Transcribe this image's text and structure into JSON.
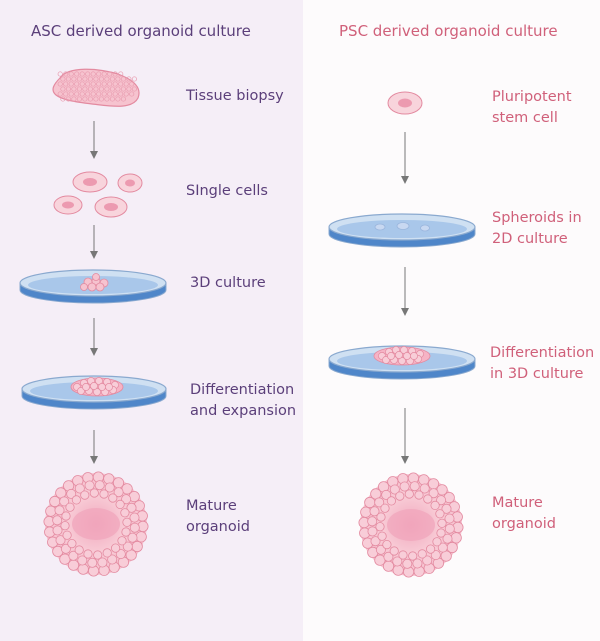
{
  "left": {
    "title": "ASC derived organoid culture",
    "steps": [
      "Tissue biopsy",
      "SIngle cells",
      "3D culture",
      "Differentiation and expansion",
      "Mature organoid"
    ],
    "steps_lines": [
      [
        "Tissue biopsy"
      ],
      [
        "SIngle cells"
      ],
      [
        "3D culture"
      ],
      [
        "Differentiation",
        "and expansion"
      ],
      [
        "Mature",
        "organoid"
      ]
    ]
  },
  "right": {
    "title": "PSC derived organoid culture",
    "steps": [
      "Pluripotent stem cell",
      "Spheroids in 2D culture",
      "Differentiation in 3D culture",
      "Mature organoid"
    ],
    "steps_lines": [
      [
        "Pluripotent",
        "stem cell"
      ],
      [
        "Spheroids in",
        "2D culture"
      ],
      [
        "Differentiation",
        "in 3D culture"
      ],
      [
        "Mature",
        "organoid"
      ]
    ]
  },
  "colors": {
    "left_bg": "#f5eef7",
    "left_text": "#5b3f7a",
    "right_text": "#d0607a",
    "cell_pink": "#f6c3cf",
    "cell_outline": "#e38aa0",
    "dish_blue": "#5a8fcf",
    "arrow_gray": "#777777"
  }
}
